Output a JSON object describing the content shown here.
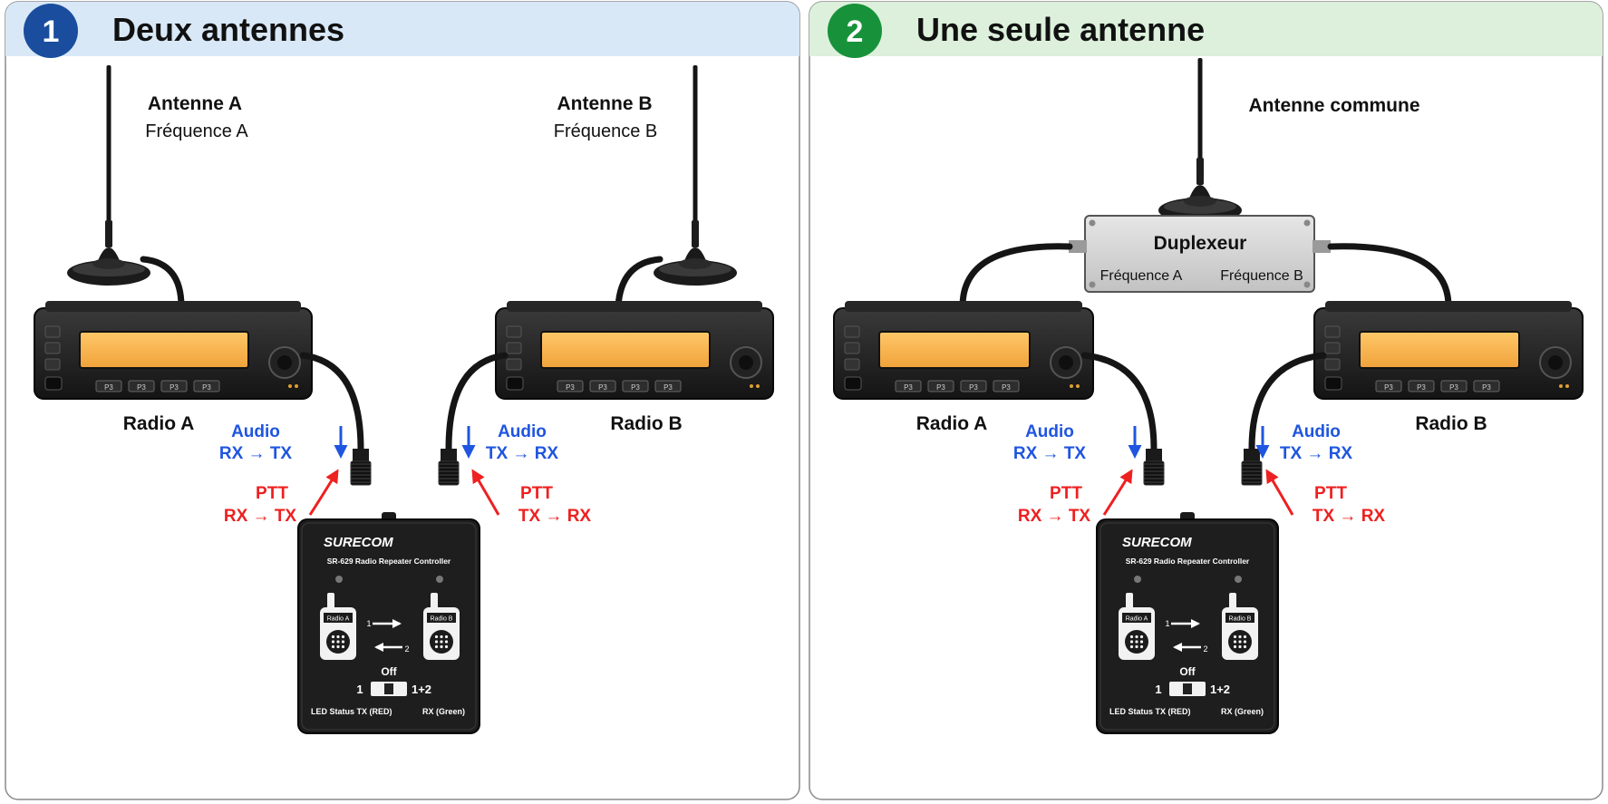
{
  "panels": [
    {
      "number": "1",
      "title": "Deux antennes",
      "header_color": "#d9e8f7",
      "badge_color": "#1a4d9e",
      "antenna_a": {
        "name": "Antenne A",
        "freq": "Fréquence A"
      },
      "antenna_b": {
        "name": "Antenne B",
        "freq": "Fréquence B"
      },
      "radio_a": "Radio A",
      "radio_b": "Radio B",
      "audio_left": {
        "title": "Audio",
        "dir": "RX → TX"
      },
      "ptt_left": {
        "title": "PTT",
        "dir": "RX → TX"
      },
      "audio_right": {
        "title": "Audio",
        "dir": "TX → RX"
      },
      "ptt_right": {
        "title": "PTT",
        "dir": "TX → RX"
      },
      "controller": {
        "brand": "SURECOM",
        "model": "SR-629 Radio Repeater Controller",
        "radio_a": "Radio A",
        "radio_b": "Radio B",
        "arrow_1": "1",
        "arrow_2": "2",
        "switch_off": "Off",
        "switch_1": "1",
        "switch_12": "1+2",
        "led_tx": "LED Status TX (RED)",
        "led_rx": "RX (Green)"
      }
    },
    {
      "number": "2",
      "title": "Une seule antenne",
      "header_color": "#dcf0dc",
      "badge_color": "#17923a",
      "antenna_common": "Antenne commune",
      "duplexer": {
        "name": "Duplexeur",
        "freq_a": "Fréquence A",
        "freq_b": "Fréquence B"
      },
      "radio_a": "Radio A",
      "radio_b": "Radio B",
      "audio_left": {
        "title": "Audio",
        "dir": "RX → TX"
      },
      "ptt_left": {
        "title": "PTT",
        "dir": "RX → TX"
      },
      "audio_right": {
        "title": "Audio",
        "dir": "TX → RX"
      },
      "ptt_right": {
        "title": "PTT",
        "dir": "TX → RX"
      },
      "controller": {
        "brand": "SURECOM",
        "model": "SR-629 Radio Repeater Controller",
        "radio_a": "Radio A",
        "radio_b": "Radio B",
        "arrow_1": "1",
        "arrow_2": "2",
        "switch_off": "Off",
        "switch_1": "1",
        "switch_12": "1+2",
        "led_tx": "LED Status TX (RED)",
        "led_rx": "RX (Green)"
      }
    }
  ],
  "radio_buttons": [
    "P3",
    "P3",
    "P3",
    "P3"
  ],
  "colors": {
    "audio": "#1f55e0",
    "ptt": "#ee2020",
    "display": "#f6b54e",
    "device": "#1c1c1c"
  }
}
